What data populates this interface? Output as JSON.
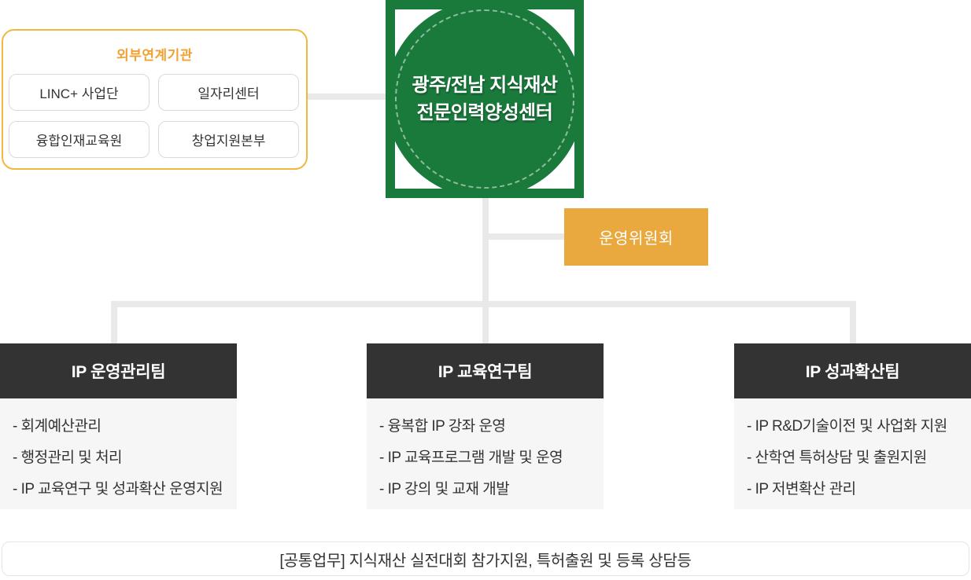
{
  "diagram": {
    "center": {
      "line1": "광주/전남 지식재산",
      "line2": "전문인력양성센터"
    },
    "external": {
      "title": "외부연계기관",
      "items": [
        "LINC+ 사업단",
        "일자리센터",
        "융합인재교육원",
        "창업지원본부"
      ]
    },
    "committee": "운영위원회",
    "teams": [
      {
        "name": "IP 운영관리팀",
        "items": [
          "- 회계예산관리",
          "- 행정관리 및 처리",
          "- IP 교육연구 및 성과확산 운영지원"
        ]
      },
      {
        "name": "IP 교육연구팀",
        "items": [
          "- 융복합 IP 강좌 운영",
          "- IP 교육프로그램 개발 및 운영",
          "- IP 강의 및 교재 개발"
        ]
      },
      {
        "name": "IP 성과확산팀",
        "items": [
          "- IP R&D기술이전 및 사업화 지원",
          "- 산학연 특허상담 및 출원지원",
          "- IP 저변확산 관리"
        ]
      }
    ],
    "common_note": "[공통업무] 지식재산 실전대회 참가지원, 특허출원 및 등록 상담등",
    "colors": {
      "green": "#1A7A3C",
      "amber": "#E9A93E",
      "yellow_border": "#F0B93E",
      "orange_title": "#F0A132",
      "header_dark": "#333333",
      "body_bg": "#F6F6F6",
      "connector_gray": "#E9E9E9",
      "text_dark": "#333333"
    }
  }
}
